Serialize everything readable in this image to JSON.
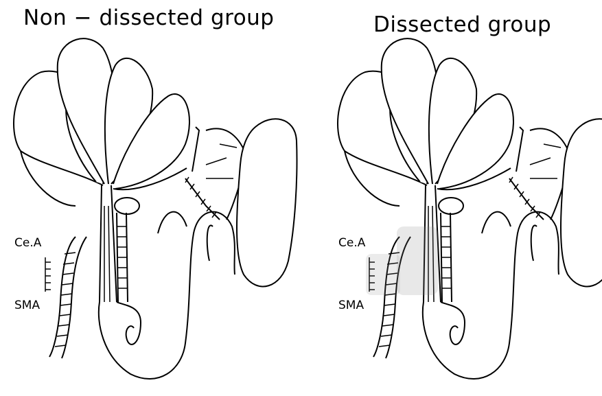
{
  "panels": [
    {
      "title": "Non − dissected  group",
      "labels": {
        "cea": "Ce.A",
        "sma": "SMA"
      }
    },
    {
      "title": "Dissected  group",
      "labels": {
        "cea": "Ce.A",
        "sma": "SMA"
      }
    }
  ]
}
